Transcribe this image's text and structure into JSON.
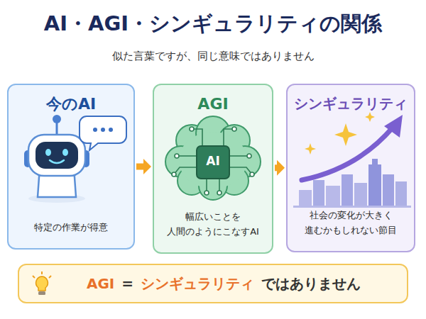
{
  "diagram": {
    "title": "AI・AGI・シンギュラリティの関係",
    "nodes": [
      {
        "text": [
          "今のAI",
          "特定の作業が得意"
        ]
      },
      {
        "text": [
          "AGI",
          "幅広いことを 人間のようにこなすAI"
        ]
      },
      {
        "text": [
          "シンギュラリティ",
          "社会の変化が大きく 進むかもしれない節目"
        ]
      },
      {
        "text": [
          "AGI",
          "=",
          "シンギュラリティ",
          "ではありません"
        ]
      }
    ],
    "edges": [
      {
        "from": 0,
        "to": 1,
        "arrow": "to"
      },
      {
        "from": 1,
        "to": 2,
        "arrow": "to"
      }
    ],
    "labels": [
      "似た言葉ですが、同じ意味ではありません",
      "AI"
    ]
  }
}
